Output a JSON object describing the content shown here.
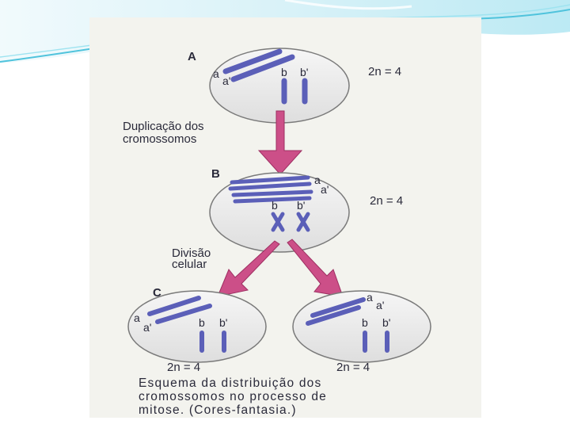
{
  "diagram": {
    "stage_a": "A",
    "stage_b": "B",
    "stage_c": "C",
    "alleles": {
      "a": "a",
      "a_prime": "a'",
      "b": "b",
      "b_prime": "b'"
    },
    "ploidy": "2n = 4",
    "step_duplication": [
      "Duplicação dos",
      "cromossomos"
    ],
    "step_division": [
      "Divisão",
      "celular"
    ],
    "caption": [
      "Esquema da distribuição dos",
      "cromossomos no processo de",
      "mitose. (Cores-fantasia.)"
    ]
  },
  "colors": {
    "chromosome": "#5b5fb8",
    "chromosome_dark": "#3d3f8f",
    "arrow": "#cc4f88",
    "cell_fill": "#ececec",
    "cell_stroke": "#7a7a7a",
    "header_wave": "#7dd3e6",
    "background": "#f3f3ee"
  }
}
